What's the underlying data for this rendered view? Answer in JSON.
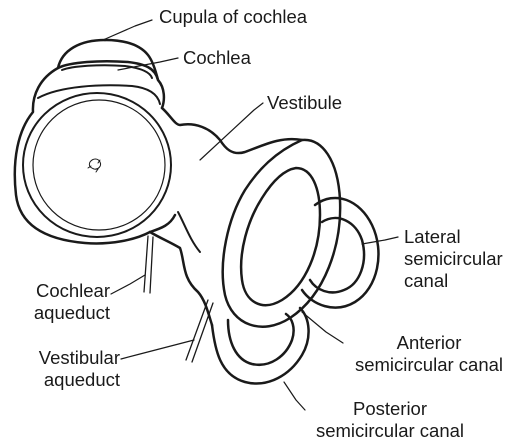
{
  "diagram": {
    "labels": {
      "cupula": "Cupula of cochlea",
      "cochlea": "Cochlea",
      "vestibule": "Vestibule",
      "lateral": [
        "Lateral",
        "semicircular",
        "canal"
      ],
      "anterior": [
        "Anterior",
        "semicircular canal"
      ],
      "posterior": [
        "Posterior",
        "semicircular canal"
      ],
      "cochlear_aqueduct": [
        "Cochlear",
        "aqueduct"
      ],
      "vestibular_aqueduct": [
        "Vestibular",
        "aqueduct"
      ]
    },
    "colors": {
      "stroke": "#1a1a1a",
      "background": "#ffffff"
    }
  }
}
